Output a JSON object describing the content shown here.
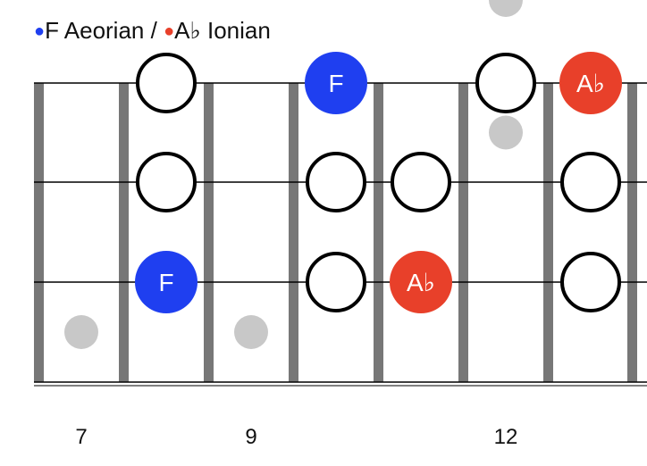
{
  "title": {
    "left_dot": "●",
    "left_label": "F Aeorian",
    "separator": " / ",
    "right_dot": "●",
    "right_label": "A♭ Ionian",
    "left_color": "#1f3ff0",
    "right_color": "#e8402a"
  },
  "colors": {
    "fret": "#777777",
    "string": "#000000",
    "blue": "#1f3ff0",
    "red": "#e8402a",
    "marker": "#c8c8c8"
  },
  "fret_numbers": [
    {
      "fret": 7,
      "label": "7"
    },
    {
      "fret": 9,
      "label": "9"
    },
    {
      "fret": 12,
      "label": "12"
    }
  ],
  "inlay_markers": [
    {
      "fret": 7,
      "between_strings": [
        2,
        3
      ]
    },
    {
      "fret": 9,
      "between_strings": [
        2,
        3
      ]
    },
    {
      "fret": 12,
      "between_strings": [
        0,
        1
      ]
    },
    {
      "fret": 12,
      "between_strings": [
        3,
        4
      ]
    }
  ],
  "notes": [
    {
      "string": 0,
      "fret": 8,
      "type": "open",
      "label": ""
    },
    {
      "string": 0,
      "fret": 10,
      "type": "blue",
      "label": "F"
    },
    {
      "string": 0,
      "fret": 12,
      "type": "open",
      "label": ""
    },
    {
      "string": 0,
      "fret": 13,
      "type": "red",
      "label": "A♭"
    },
    {
      "string": 1,
      "fret": 8,
      "type": "open",
      "label": ""
    },
    {
      "string": 1,
      "fret": 10,
      "type": "open",
      "label": ""
    },
    {
      "string": 1,
      "fret": 11,
      "type": "open",
      "label": ""
    },
    {
      "string": 1,
      "fret": 13,
      "type": "open",
      "label": ""
    },
    {
      "string": 2,
      "fret": 8,
      "type": "blue",
      "label": "F"
    },
    {
      "string": 2,
      "fret": 10,
      "type": "open",
      "label": ""
    },
    {
      "string": 2,
      "fret": 11,
      "type": "red",
      "label": "A♭"
    },
    {
      "string": 2,
      "fret": 13,
      "type": "open",
      "label": ""
    }
  ]
}
